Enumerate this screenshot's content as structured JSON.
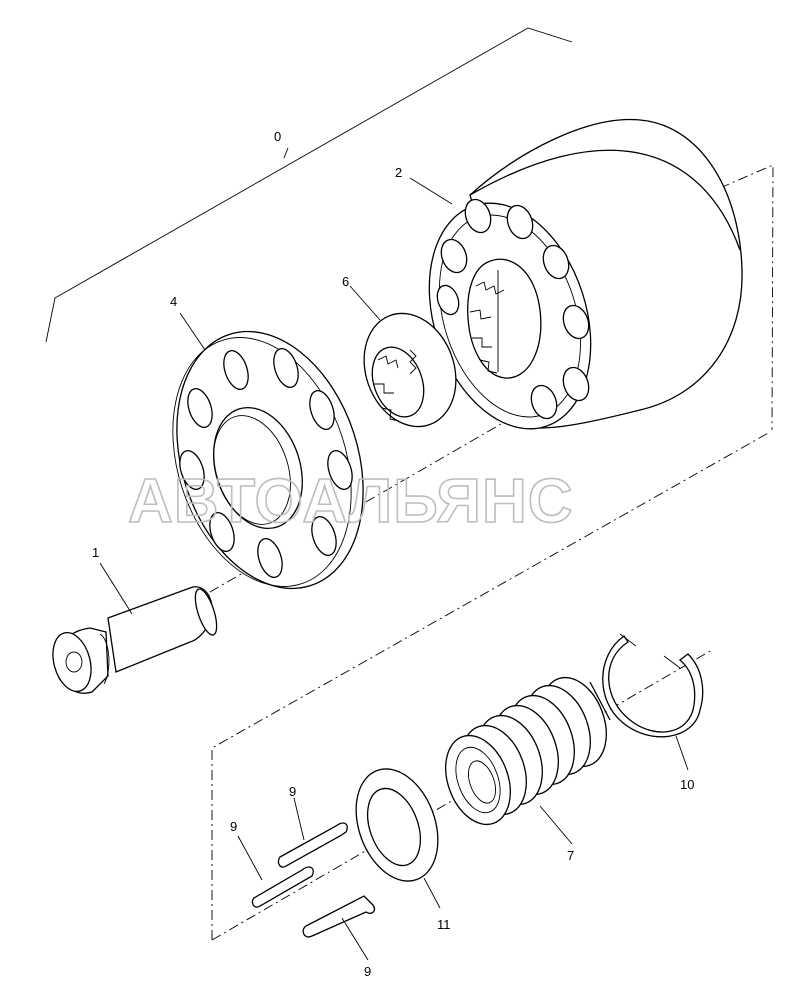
{
  "watermark": "АВТОАЛЬЯНС",
  "callouts": {
    "assembly": "0",
    "piston": "1",
    "cylinder_block": "2",
    "retainer_plate": "4",
    "spherical_bushing": "6",
    "spring": "7",
    "pin_top": "9",
    "pin_left": "9",
    "pin_bottom": "9",
    "snap_ring": "10",
    "washer": "11"
  }
}
